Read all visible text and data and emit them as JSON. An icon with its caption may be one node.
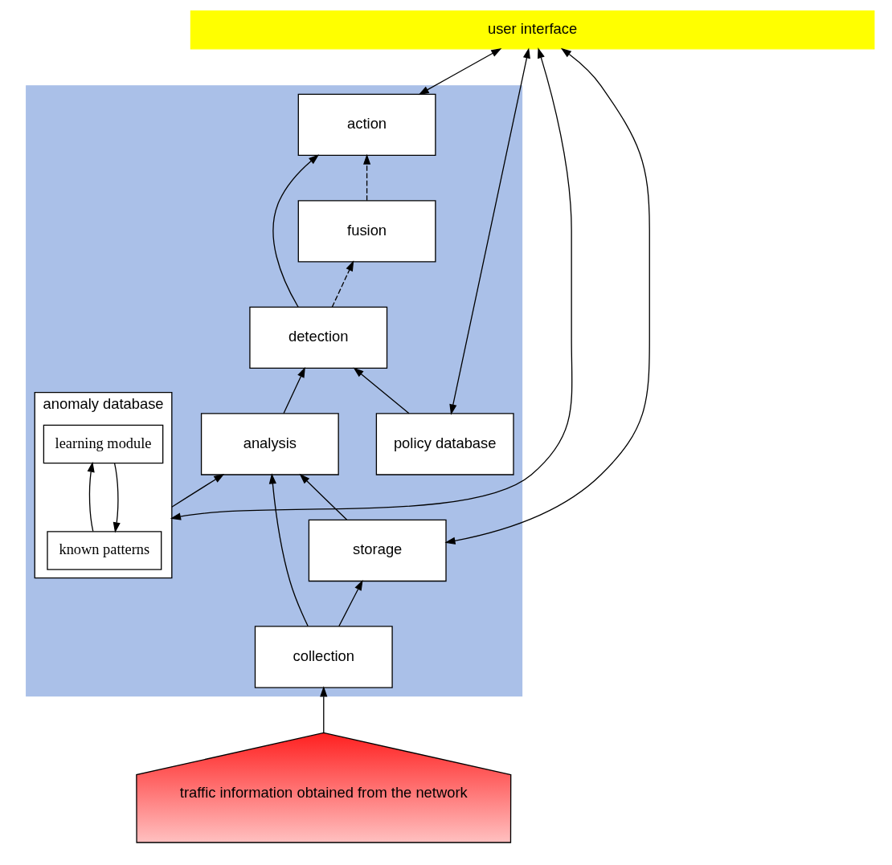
{
  "diagram": {
    "nodes": [
      {
        "text": [
          "user interface"
        ]
      },
      {
        "text": [],
        "shape": "box"
      },
      {
        "text": [
          "action"
        ],
        "in": 1
      },
      {
        "text": [
          "detection"
        ],
        "in": 1
      },
      {
        "text": [
          "policy database"
        ],
        "in": 1
      },
      {
        "text": [
          "fusion"
        ],
        "in": 1
      },
      {
        "text": [
          "anomaly database"
        ],
        "in": 1
      },
      {
        "text": [
          "known patterns"
        ],
        "in": 6
      },
      {
        "text": [
          "learning module"
        ],
        "in": 6
      },
      {
        "text": [
          "analysis"
        ],
        "in": 1
      },
      {
        "text": [
          "storage"
        ],
        "in": 1
      },
      {
        "text": [
          "collection"
        ],
        "in": 1
      },
      {
        "text": [
          "traffic information obtained from the network"
        ]
      }
    ],
    "edges": [
      {
        "from": 0,
        "to": 2,
        "arrow": "both"
      },
      {
        "from": 0,
        "to": 4,
        "arrow": "both"
      },
      {
        "from": 0,
        "to": 6,
        "arrow": "both"
      },
      {
        "from": 0,
        "to": 10,
        "arrow": "both"
      },
      {
        "from": 3,
        "to": 2,
        "arrow": "to"
      },
      {
        "from": 4,
        "to": 3,
        "arrow": "to"
      },
      {
        "from": 3,
        "to": 5,
        "arrow": "to",
        "style": "dashed"
      },
      {
        "from": 5,
        "to": 2,
        "arrow": "to",
        "style": "dashed"
      },
      {
        "from": 9,
        "to": 3,
        "arrow": "to"
      },
      {
        "from": 6,
        "to": 9,
        "arrow": "to"
      },
      {
        "from": 10,
        "to": 9,
        "arrow": "to"
      },
      {
        "from": 11,
        "to": 9,
        "arrow": "to"
      },
      {
        "from": 11,
        "to": 10,
        "arrow": "to"
      },
      {
        "from": 8,
        "to": 7,
        "arrow": "to"
      },
      {
        "from": 7,
        "to": 8,
        "arrow": "to"
      },
      {
        "from": 12,
        "to": 11,
        "arrow": "to"
      }
    ]
  }
}
